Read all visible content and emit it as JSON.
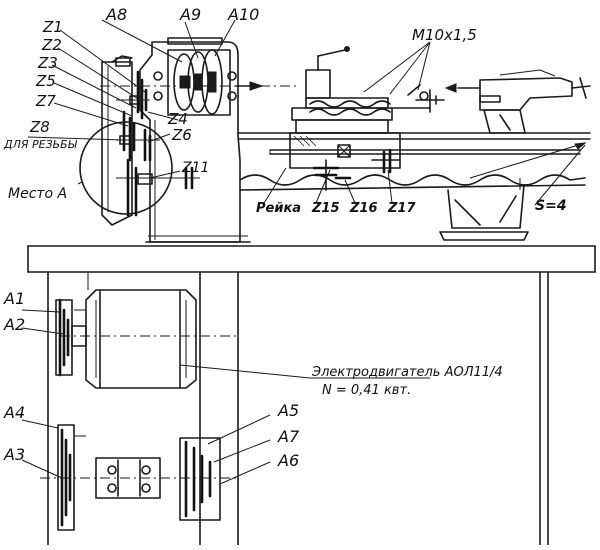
{
  "labels": {
    "z1": "Z1",
    "z2": "Z2",
    "z3": "Z3",
    "z5": "Z5",
    "z7": "Z7",
    "z8": "Z8",
    "thread_note": "ДЛЯ РЕЗЬБЫ",
    "place_a": "Место А",
    "z4": "Z4",
    "z6": "Z6",
    "z11": "Z11",
    "a8": "А8",
    "a9": "А9",
    "a10": "А10",
    "m10": "М10х1,5",
    "rack": "Рейка",
    "z15": "Z15",
    "z16": "Z16",
    "z17": "Z17",
    "s4": "S=4",
    "a1": "А1",
    "a2": "А2",
    "a4": "А4",
    "a3": "А3",
    "a5": "А5",
    "a7": "А7",
    "a6": "А6",
    "motor": "Электродвигатель АОЛ11/4",
    "power": "N = 0,41 квт."
  }
}
